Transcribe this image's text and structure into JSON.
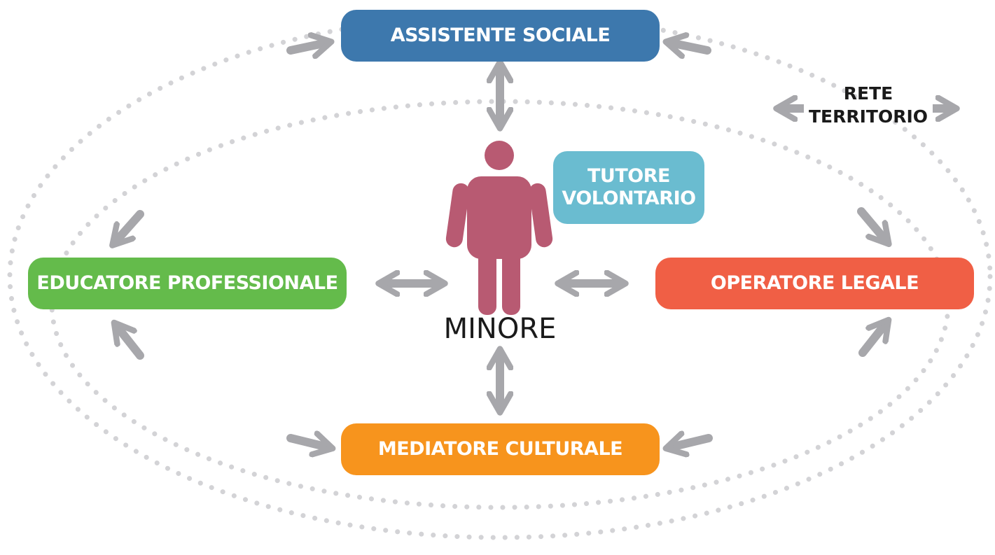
{
  "colors": {
    "assistente": "#3d78ad",
    "educatore": "#64bb4b",
    "operatore": "#f05f45",
    "mediatore": "#f7941d",
    "tutore": "#6abcd0",
    "minore_figure": "#b85a72",
    "arrows": "#a7a7ab",
    "dots": "#d3d3d6"
  },
  "nodes": {
    "assistente_sociale": "ASSISTENTE SOCIALE",
    "educatore_professionale": "EDUCATORE PROFESSIONALE",
    "operatore_legale": "OPERATORE LEGALE",
    "mediatore_culturale": "MEDIATORE CULTURALE",
    "tutore_line1": "TUTORE",
    "tutore_line2": "VOLONTARIO",
    "minore": "MINORE"
  },
  "rete": {
    "line1": "RETE",
    "line2": "TERRITORIO"
  },
  "icons": {
    "person": "person-icon",
    "arrow": "double-arrow-icon"
  }
}
